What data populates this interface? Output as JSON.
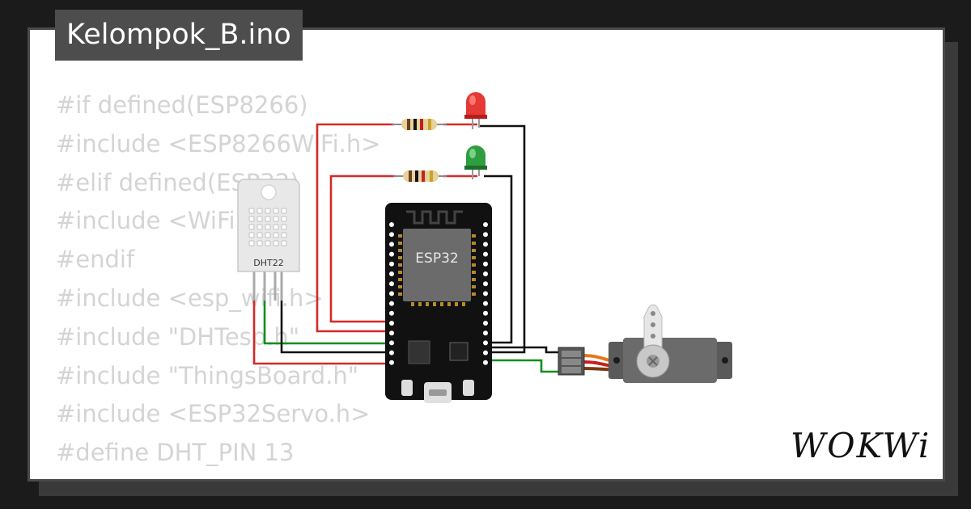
{
  "title": "Kelompok_B.ino",
  "code_lines": [
    "#if defined(ESP8266)",
    "#include <ESP8266WiFi.h>",
    "#elif defined(ESP32)",
    "#include <WiFi.h>",
    "#endif",
    "#include <esp_wifi.h>",
    "#include \"DHTesp.h\"",
    "#include \"ThingsBoard.h\"",
    "#include <ESP32Servo.h>",
    "",
    "#define DHT_PIN 13"
  ],
  "components": {
    "sensor_label": "DHT22",
    "mcu_label": "ESP32",
    "led_colors": {
      "red": "#e53935",
      "green": "#2e9e3f"
    },
    "servo_color": "#6b6b6b"
  },
  "wire_colors": {
    "red": "#d62828",
    "black": "#111111",
    "green": "#0e8f1a",
    "orange": "#e8761a"
  },
  "logo": "WOKWi",
  "icons": [
    "resistor-icon",
    "led-icon",
    "servo-icon",
    "usb-port-icon"
  ]
}
